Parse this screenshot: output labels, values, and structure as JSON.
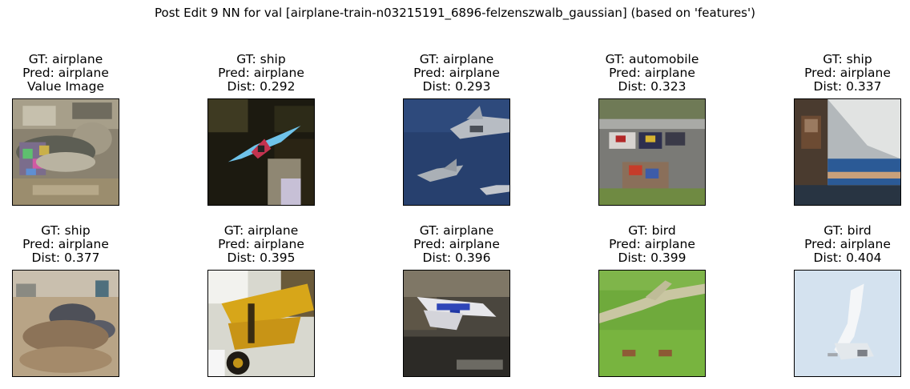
{
  "figure": {
    "title": "Post Edit 9 NN for val [airplane-train-n03215191_6896-felzenszwalb_gaussian] (based on 'features')"
  },
  "panels": [
    {
      "gt": "GT: airplane",
      "pred": "Pred: airplane",
      "extra": "Value Image",
      "image": "query-airplane-noisy-thumbnail"
    },
    {
      "gt": "GT: ship",
      "pred": "Pred: airplane",
      "extra": "Dist: 0.292",
      "image": "blue-kayak-thumbnail"
    },
    {
      "gt": "GT: airplane",
      "pred": "Pred: airplane",
      "extra": "Dist: 0.293",
      "image": "jets-in-blue-sky-thumbnail"
    },
    {
      "gt": "GT: automobile",
      "pred": "Pred: airplane",
      "extra": "Dist: 0.323",
      "image": "race-cars-thumbnail"
    },
    {
      "gt": "GT: ship",
      "pred": "Pred: airplane",
      "extra": "Dist: 0.337",
      "image": "sailboat-thumbnail"
    },
    {
      "gt": "GT: ship",
      "pred": "Pred: airplane",
      "extra": "Dist: 0.377",
      "image": "boat-on-sand-thumbnail"
    },
    {
      "gt": "GT: airplane",
      "pred": "Pred: airplane",
      "extra": "Dist: 0.395",
      "image": "yellow-plane-thumbnail"
    },
    {
      "gt": "GT: airplane",
      "pred": "Pred: airplane",
      "extra": "Dist: 0.396",
      "image": "white-blue-plane-thumbnail"
    },
    {
      "gt": "GT: bird",
      "pred": "Pred: airplane",
      "extra": "Dist: 0.399",
      "image": "birds-on-grass-thumbnail"
    },
    {
      "gt": "GT: bird",
      "pred": "Pred: airplane",
      "extra": "Dist: 0.404",
      "image": "white-bird-sky-thumbnail"
    }
  ]
}
